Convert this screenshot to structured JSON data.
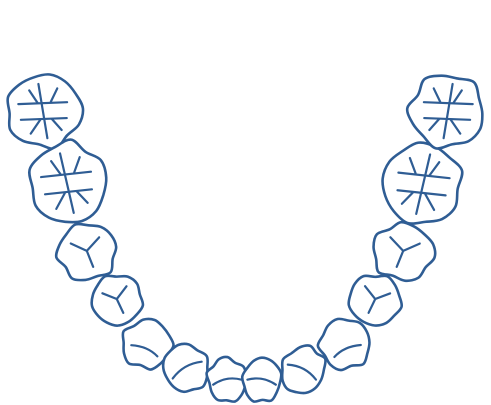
{
  "colors": {
    "outline": "#2f5d94",
    "background": "#ffffff"
  },
  "teeth": [
    {
      "id": "molar-3-right",
      "type": "molar"
    },
    {
      "id": "molar-2-right",
      "type": "molar"
    },
    {
      "id": "molar-1-right",
      "type": "molar"
    },
    {
      "id": "premolar-2-right",
      "type": "premolar"
    },
    {
      "id": "premolar-1-right",
      "type": "premolar"
    },
    {
      "id": "canine-right",
      "type": "canine"
    },
    {
      "id": "lateral-incisor-right",
      "type": "incisor"
    },
    {
      "id": "central-incisor-right",
      "type": "incisor"
    },
    {
      "id": "central-incisor-left",
      "type": "incisor"
    },
    {
      "id": "lateral-incisor-left",
      "type": "incisor"
    },
    {
      "id": "canine-left",
      "type": "canine"
    },
    {
      "id": "premolar-1-left",
      "type": "premolar"
    },
    {
      "id": "premolar-2-left",
      "type": "premolar"
    },
    {
      "id": "molar-1-left",
      "type": "molar"
    },
    {
      "id": "molar-2-left",
      "type": "molar"
    },
    {
      "id": "molar-3-left",
      "type": "molar"
    }
  ]
}
